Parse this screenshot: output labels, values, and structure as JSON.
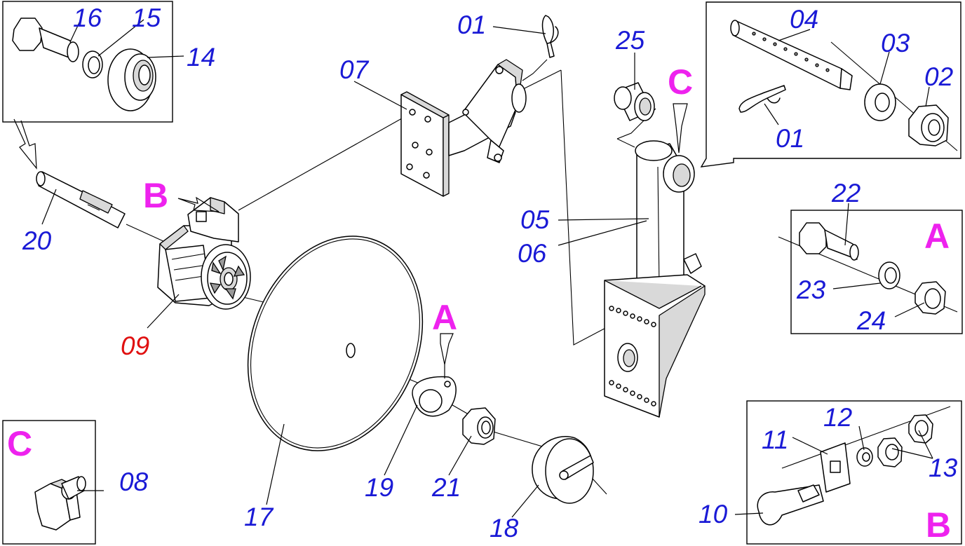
{
  "colors": {
    "part_number": "#1a1ad6",
    "highlight_number": "#e01010",
    "detail_letter": "#ee22ee",
    "lines": "#000000"
  },
  "callouts": [
    {
      "id": "01a",
      "text": "01"
    },
    {
      "id": "01b",
      "text": "01"
    },
    {
      "id": "02",
      "text": "02"
    },
    {
      "id": "03",
      "text": "03"
    },
    {
      "id": "04",
      "text": "04"
    },
    {
      "id": "05",
      "text": "05"
    },
    {
      "id": "06",
      "text": "06"
    },
    {
      "id": "07",
      "text": "07"
    },
    {
      "id": "08",
      "text": "08"
    },
    {
      "id": "09",
      "text": "09",
      "highlight": true
    },
    {
      "id": "10",
      "text": "10"
    },
    {
      "id": "11",
      "text": "11"
    },
    {
      "id": "12",
      "text": "12"
    },
    {
      "id": "13",
      "text": "13"
    },
    {
      "id": "14",
      "text": "14"
    },
    {
      "id": "15",
      "text": "15"
    },
    {
      "id": "16",
      "text": "16"
    },
    {
      "id": "17",
      "text": "17"
    },
    {
      "id": "18",
      "text": "18"
    },
    {
      "id": "19",
      "text": "19"
    },
    {
      "id": "20",
      "text": "20"
    },
    {
      "id": "21",
      "text": "21"
    },
    {
      "id": "22",
      "text": "22"
    },
    {
      "id": "23",
      "text": "23"
    },
    {
      "id": "24",
      "text": "24"
    },
    {
      "id": "25",
      "text": "25"
    }
  ],
  "detail_letters": [
    {
      "id": "A-main",
      "text": "A"
    },
    {
      "id": "A-box",
      "text": "A"
    },
    {
      "id": "B-main",
      "text": "B"
    },
    {
      "id": "B-box",
      "text": "B"
    },
    {
      "id": "C-main",
      "text": "C"
    },
    {
      "id": "C-box",
      "text": "C"
    }
  ]
}
